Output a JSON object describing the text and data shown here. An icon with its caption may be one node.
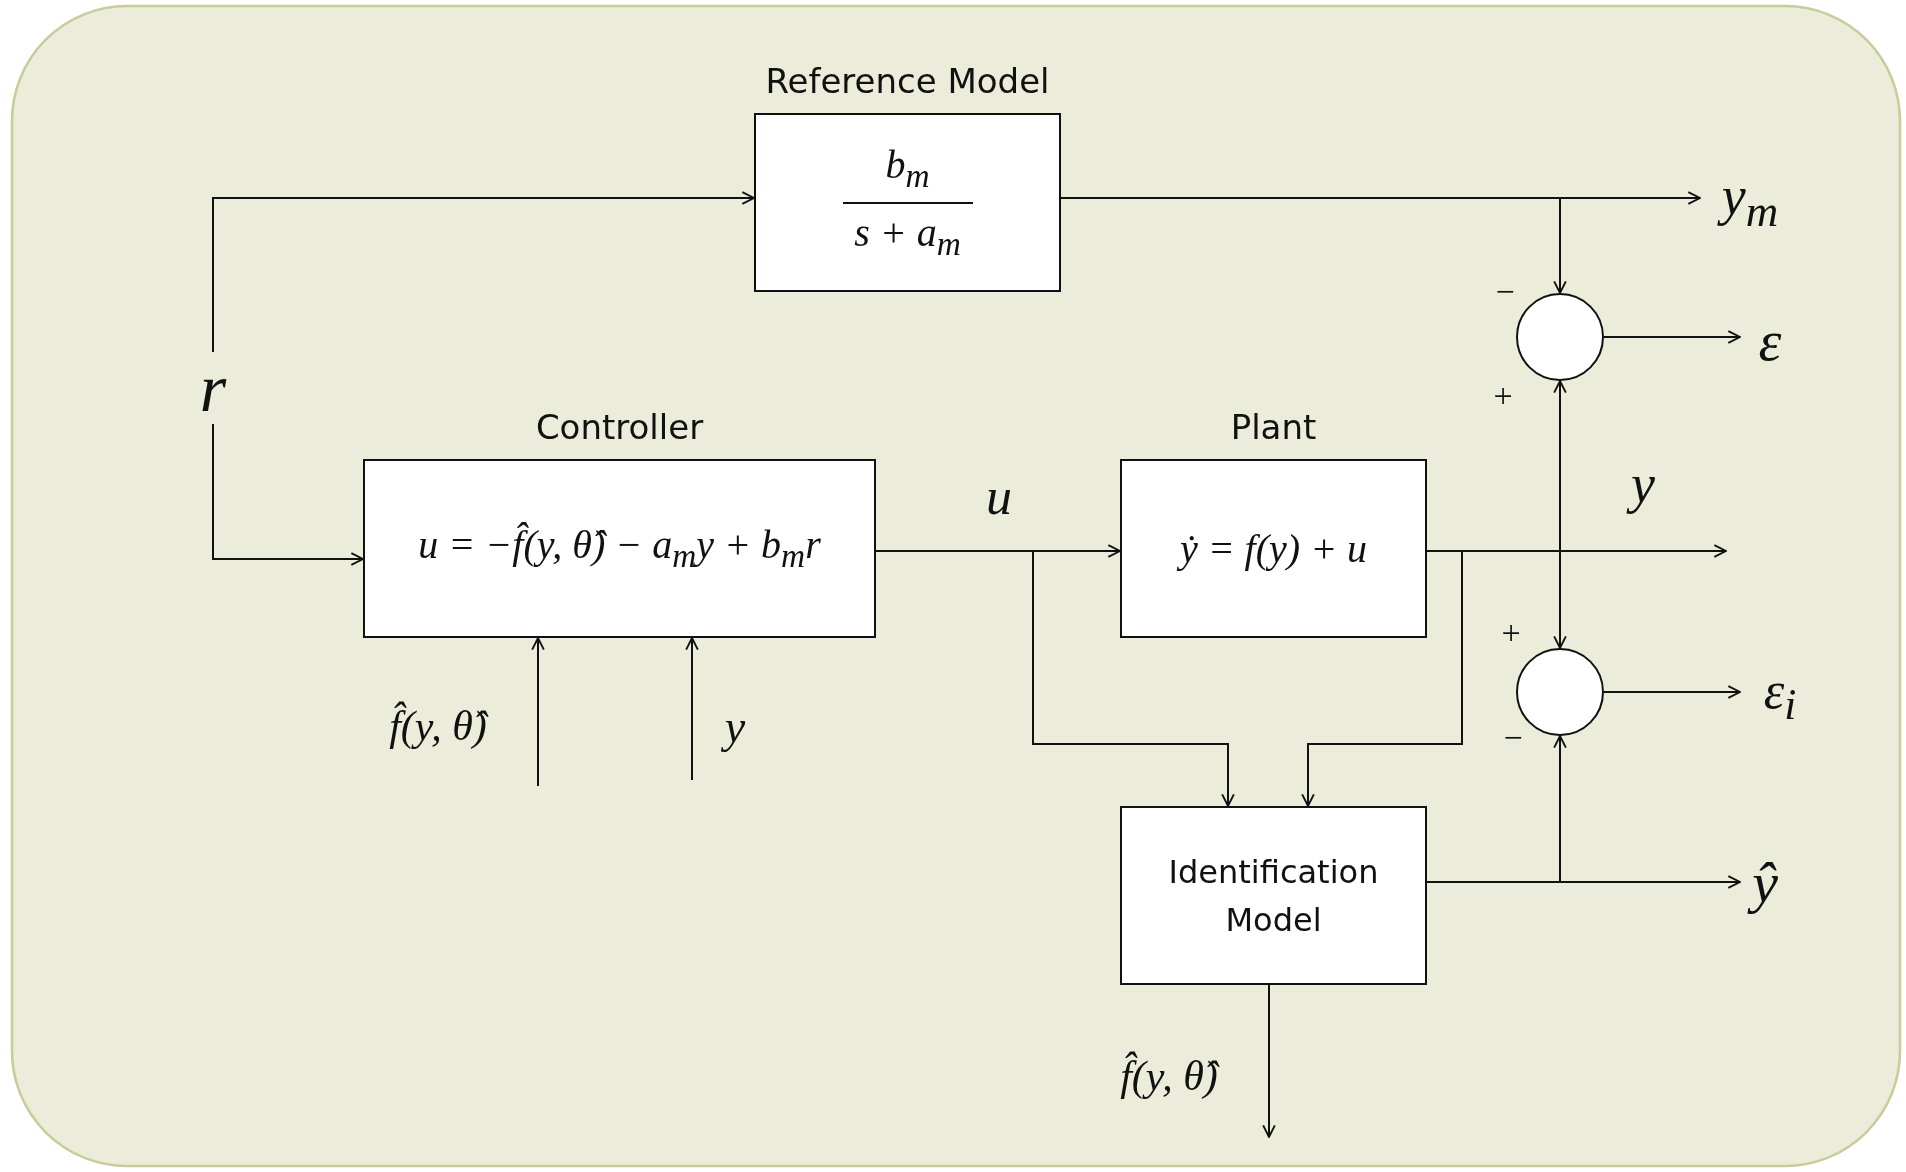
{
  "diagram": {
    "nodes": [
      {
        "text": [
          "Reference Model",
          "b$_{m}$",
          "s + a$_{m}$"
        ]
      },
      {
        "text": [
          "y$_{m}$"
        ]
      },
      {
        "text": [],
        "shape": "circle"
      },
      {
        "text": [
          "ε"
        ]
      },
      {
        "text": [
          "r"
        ]
      },
      {
        "text": [
          "Controller",
          "u = −f̂(y, θ̂) − a$_{m}$y + b$_{m}$r"
        ]
      },
      {
        "text": [
          "Plant",
          "ẏ = f(y) + u"
        ]
      },
      {
        "text": [],
        "shape": "circle"
      },
      {
        "text": [
          "ε$_{i}$"
        ]
      },
      {
        "text": [
          "Identification Model"
        ]
      },
      {
        "text": [
          "ŷ"
        ]
      }
    ],
    "edges": [
      {
        "from": 4,
        "to": 0,
        "arrow": "to"
      },
      {
        "from": 4,
        "to": 5,
        "arrow": "to"
      },
      {
        "from": 0,
        "to": 1,
        "arrow": "to"
      },
      {
        "from": 0,
        "to": 2,
        "arrow": "to"
      },
      {
        "from": 2,
        "to": 3,
        "arrow": "to"
      },
      {
        "from": 5,
        "to": 6,
        "arrow": "to",
        "label": "u"
      },
      {
        "from": 6,
        "to": null,
        "arrow": "to",
        "label": "y"
      },
      {
        "from": 6,
        "to": 2,
        "arrow": "to"
      },
      {
        "from": 6,
        "to": 7,
        "arrow": "to"
      },
      {
        "from": 7,
        "to": 8,
        "arrow": "to"
      },
      {
        "from": 5,
        "to": 9,
        "arrow": "to"
      },
      {
        "from": 6,
        "to": 9,
        "arrow": "to"
      },
      {
        "from": 9,
        "to": 10,
        "arrow": "to"
      },
      {
        "from": 9,
        "to": 7,
        "arrow": "to"
      },
      {
        "from": null,
        "to": 5,
        "arrow": "to",
        "label": "f̂(y, θ̂)"
      },
      {
        "from": null,
        "to": 5,
        "arrow": "to",
        "label": "y"
      },
      {
        "from": 9,
        "to": null,
        "arrow": "to",
        "label": "f̂(y, θ̂)"
      }
    ],
    "labels": [
      "−",
      "+",
      "+",
      "−"
    ]
  }
}
